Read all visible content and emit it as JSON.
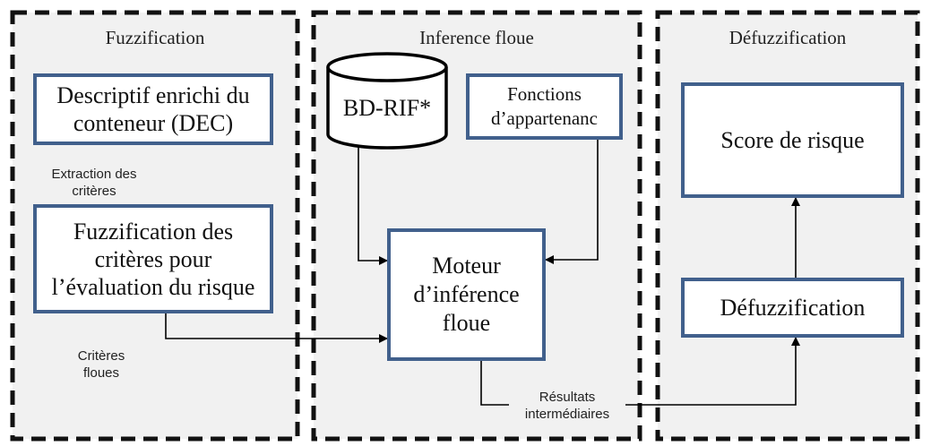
{
  "panels": {
    "fuzzification_title": "Fuzzification",
    "inference_title": "Inference floue",
    "defuzzification_title": "Défuzzification"
  },
  "nodes": {
    "dec": "Descriptif enrichi du conteneur (DEC)",
    "fuzz_criteres": "Fuzzification des critères pour l’évaluation du risque",
    "bd_rif": "BD-RIF*",
    "fonctions": "Fonctions d’appartenanc",
    "moteur": "Moteur d’inférence floue",
    "score": "Score de risque",
    "defuzz": "Défuzzification"
  },
  "edge_labels": {
    "extraction": "Extraction des critères",
    "criteres_floues": "Critères floues",
    "resultats": "Résultats intermédiaires"
  },
  "colors": {
    "node_border": "#41608c",
    "panel_fill": "#f1f1f1",
    "arrow": "#000000"
  }
}
